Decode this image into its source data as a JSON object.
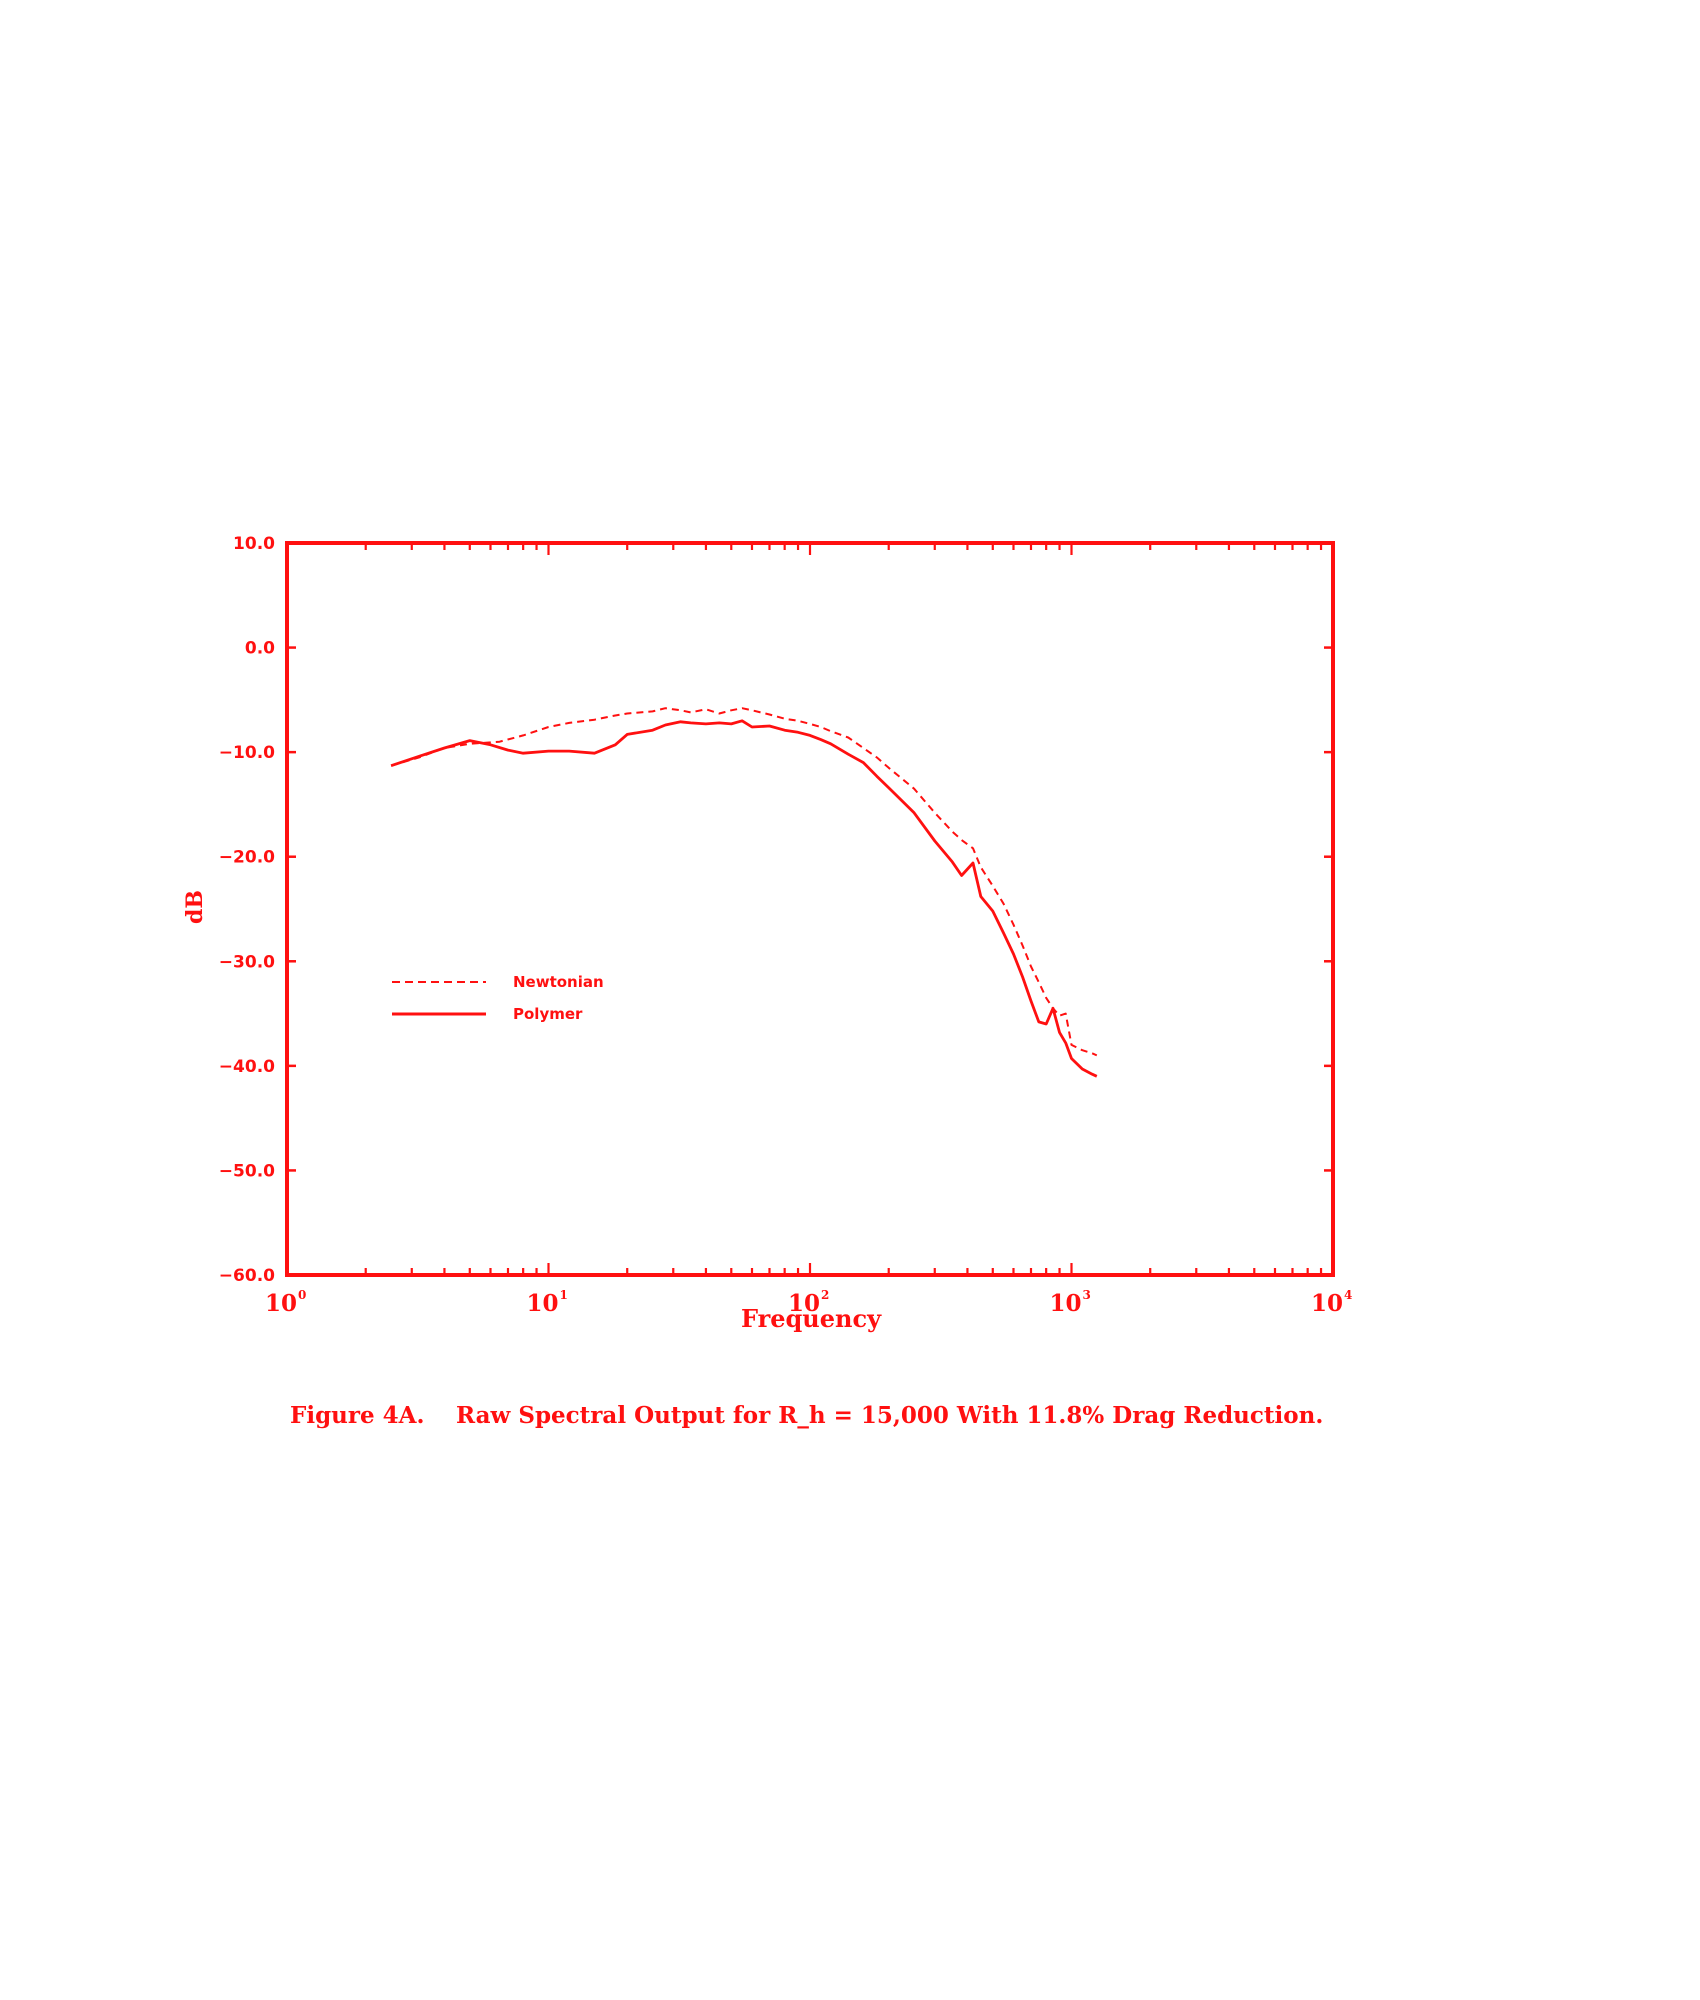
{
  "caption": {
    "label": "Figure 4A.",
    "text": "Raw Spectral Output for R_h = 15,000 With 11.8% Drag Reduction."
  },
  "colors": {
    "ink": "#ff1010"
  },
  "chart_data": {
    "type": "line",
    "title": "",
    "xlabel": "Frequency",
    "ylabel": "dB",
    "xscale": "log",
    "xlim": [
      1,
      10000
    ],
    "ylim": [
      -60,
      10
    ],
    "x_ticks": [
      {
        "base": "10",
        "exp": "0"
      },
      {
        "base": "10",
        "exp": "1"
      },
      {
        "base": "10",
        "exp": "2"
      },
      {
        "base": "10",
        "exp": "3"
      },
      {
        "base": "10",
        "exp": "4"
      }
    ],
    "y_ticks": [
      "10.0",
      "0.0",
      "−10.0",
      "−20.0",
      "−30.0",
      "−40.0",
      "−50.0",
      "−60.0"
    ],
    "y_tick_values": [
      10,
      0,
      -10,
      -20,
      -30,
      -40,
      -50,
      -60
    ],
    "grid": false,
    "legend": "center-left",
    "series": [
      {
        "name": "Newtonian",
        "style": "dashed",
        "x": [
          2.5,
          3.2,
          4.0,
          5.0,
          6.5,
          8.0,
          10,
          12,
          15,
          18,
          20,
          25,
          28,
          32,
          35,
          40,
          45,
          50,
          55,
          60,
          70,
          80,
          90,
          100,
          110,
          120,
          140,
          160,
          180,
          200,
          250,
          300,
          350,
          380,
          420,
          450,
          500,
          550,
          600,
          650,
          700,
          750,
          800,
          850,
          900,
          950,
          1000,
          1100,
          1200,
          1250
        ],
        "y": [
          -11.3,
          -10.5,
          -9.6,
          -9.2,
          -9.0,
          -8.4,
          -7.6,
          -7.2,
          -6.9,
          -6.5,
          -6.3,
          -6.1,
          -5.8,
          -6.0,
          -6.2,
          -5.9,
          -6.3,
          -6.0,
          -5.8,
          -6.0,
          -6.4,
          -6.8,
          -7.0,
          -7.3,
          -7.6,
          -8.0,
          -8.6,
          -9.6,
          -10.5,
          -11.5,
          -13.5,
          -15.8,
          -17.6,
          -18.4,
          -19.2,
          -21.0,
          -22.8,
          -24.5,
          -26.5,
          -28.5,
          -30.5,
          -32.0,
          -33.5,
          -34.5,
          -35.2,
          -35.0,
          -38.0,
          -38.5,
          -38.8,
          -39.0
        ]
      },
      {
        "name": "Polymer",
        "style": "solid",
        "x": [
          2.5,
          3.2,
          4.0,
          5.0,
          6.0,
          7.0,
          8.0,
          10,
          12,
          15,
          18,
          20,
          25,
          28,
          32,
          35,
          40,
          45,
          50,
          55,
          60,
          70,
          80,
          90,
          100,
          110,
          120,
          140,
          160,
          180,
          200,
          250,
          300,
          350,
          380,
          420,
          450,
          500,
          550,
          600,
          650,
          700,
          750,
          800,
          850,
          900,
          950,
          1000,
          1100,
          1200,
          1250
        ],
        "y": [
          -11.3,
          -10.4,
          -9.6,
          -8.9,
          -9.3,
          -9.8,
          -10.1,
          -9.9,
          -9.9,
          -10.1,
          -9.3,
          -8.3,
          -7.9,
          -7.4,
          -7.1,
          -7.2,
          -7.3,
          -7.2,
          -7.3,
          -7.0,
          -7.6,
          -7.5,
          -7.9,
          -8.1,
          -8.4,
          -8.8,
          -9.2,
          -10.2,
          -11.0,
          -12.3,
          -13.4,
          -15.8,
          -18.5,
          -20.5,
          -21.8,
          -20.6,
          -23.8,
          -25.2,
          -27.3,
          -29.3,
          -31.5,
          -33.8,
          -35.8,
          -36.0,
          -34.5,
          -36.8,
          -37.8,
          -39.3,
          -40.3,
          -40.8,
          -41.0
        ]
      }
    ]
  }
}
